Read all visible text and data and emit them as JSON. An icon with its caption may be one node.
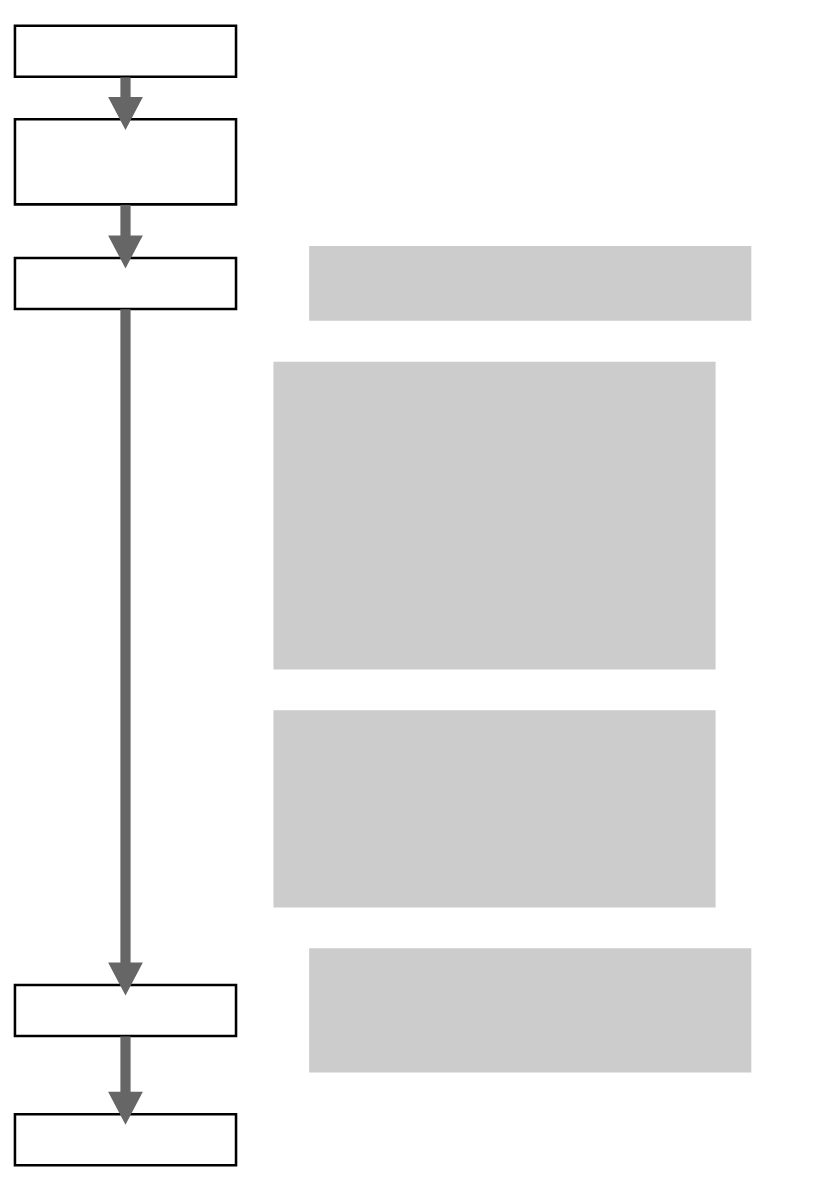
{
  "diagram": {
    "nodes": [
      {
        "text": [],
        "shape": "box"
      },
      {
        "text": [],
        "shape": "box"
      },
      {
        "text": [],
        "shape": "box"
      },
      {
        "text": [],
        "shape": "box"
      },
      {
        "text": [],
        "shape": "box"
      },
      {
        "text": [],
        "shape": "bar"
      },
      {
        "text": [],
        "shape": "bar"
      },
      {
        "text": [],
        "shape": "bar"
      },
      {
        "text": [],
        "shape": "bar"
      }
    ],
    "edges": [
      {
        "from": 0,
        "to": 1,
        "arrow": "to"
      },
      {
        "from": 1,
        "to": 2,
        "arrow": "to"
      },
      {
        "from": 2,
        "to": 3,
        "arrow": "to"
      },
      {
        "from": 3,
        "to": 4,
        "arrow": "to"
      }
    ]
  }
}
